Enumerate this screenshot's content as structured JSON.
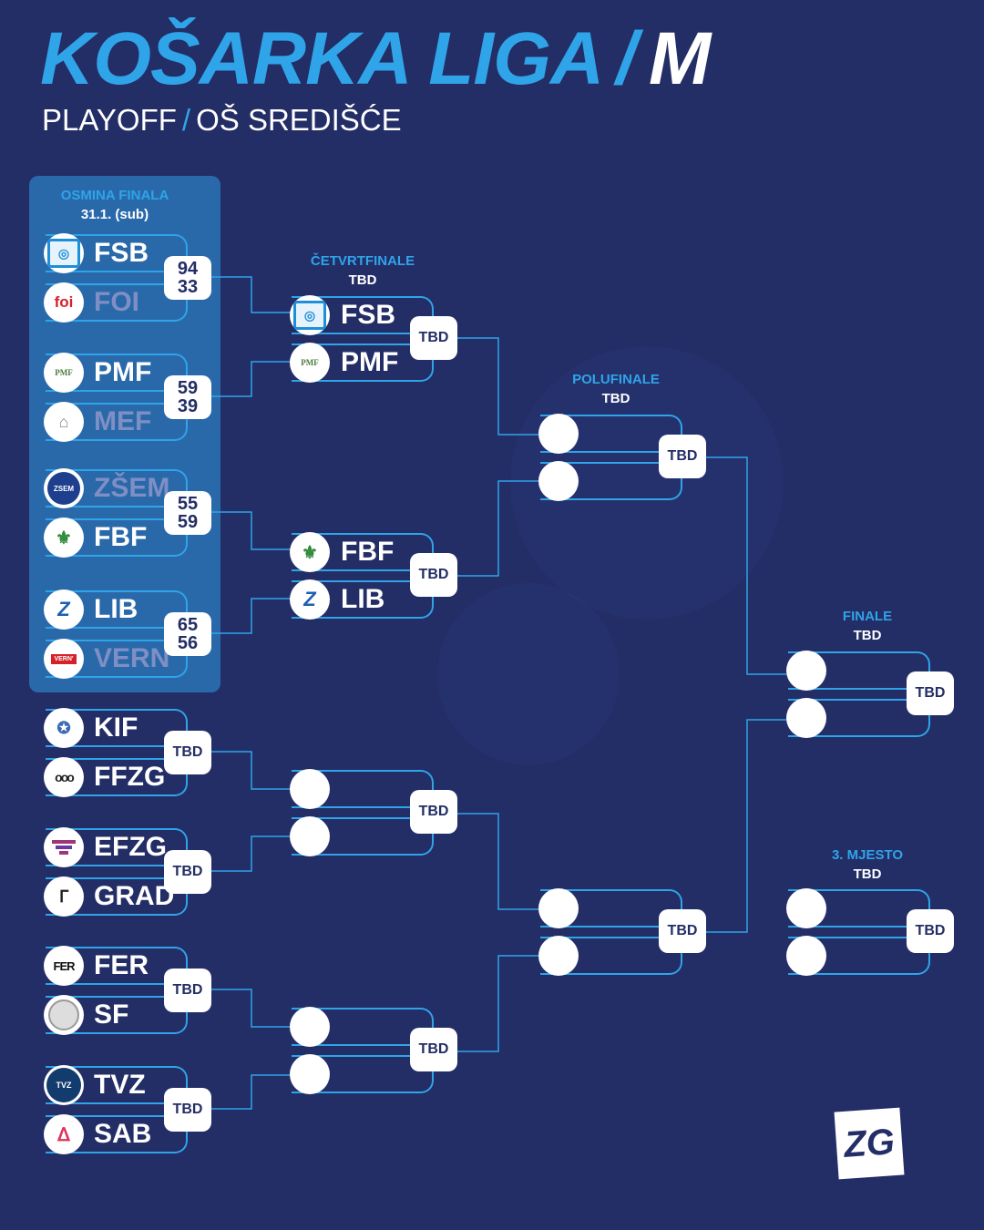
{
  "header": {
    "title": "KOŠARKA LIGA",
    "title_sep": "/",
    "title_suffix": "M",
    "subtitle_a": "PLAYOFF",
    "subtitle_sep": "/",
    "subtitle_b": "OŠ SREDIŠĆE"
  },
  "rounds": {
    "r16": {
      "name": "OSMINA FINALA",
      "date": "31.1. (sub)"
    },
    "qf": {
      "name": "ČETVRTFINALE",
      "date": "TBD"
    },
    "sf": {
      "name": "POLUFINALE",
      "date": "TBD"
    },
    "final": {
      "name": "FINALE",
      "date": "TBD"
    },
    "third": {
      "name": "3. MJESTO",
      "date": "TBD"
    }
  },
  "r16": [
    {
      "top": {
        "name": "FSB",
        "logo": "fsb-logo",
        "lost": false
      },
      "bottom": {
        "name": "FOI",
        "logo": "foi-logo",
        "lost": true
      },
      "score_top": "94",
      "score_bottom": "33"
    },
    {
      "top": {
        "name": "PMF",
        "logo": "pmf-logo",
        "lost": false
      },
      "bottom": {
        "name": "MEF",
        "logo": "mef-logo",
        "lost": true
      },
      "score_top": "59",
      "score_bottom": "39"
    },
    {
      "top": {
        "name": "ZŠEM",
        "logo": "zsem-logo",
        "lost": true
      },
      "bottom": {
        "name": "FBF",
        "logo": "fbf-logo",
        "lost": false
      },
      "score_top": "55",
      "score_bottom": "59"
    },
    {
      "top": {
        "name": "LIB",
        "logo": "lib-logo",
        "lost": false
      },
      "bottom": {
        "name": "VERN",
        "logo": "vern-logo",
        "lost": true
      },
      "score_top": "65",
      "score_bottom": "56"
    },
    {
      "top": {
        "name": "KIF",
        "logo": "kif-logo",
        "lost": false
      },
      "bottom": {
        "name": "FFZG",
        "logo": "ffzg-logo",
        "lost": false
      },
      "score": "TBD"
    },
    {
      "top": {
        "name": "EFZG",
        "logo": "efzg-logo",
        "lost": false
      },
      "bottom": {
        "name": "GRAD",
        "logo": "grad-logo",
        "lost": false
      },
      "score": "TBD"
    },
    {
      "top": {
        "name": "FER",
        "logo": "fer-logo",
        "lost": false
      },
      "bottom": {
        "name": "SF",
        "logo": "sf-logo",
        "lost": false
      },
      "score": "TBD"
    },
    {
      "top": {
        "name": "TVZ",
        "logo": "tvz-logo",
        "lost": false
      },
      "bottom": {
        "name": "SAB",
        "logo": "sab-logo",
        "lost": false
      },
      "score": "TBD"
    }
  ],
  "qf": [
    {
      "top": {
        "name": "FSB"
      },
      "bottom": {
        "name": "PMF"
      },
      "score": "TBD"
    },
    {
      "top": {
        "name": "FBF"
      },
      "bottom": {
        "name": "LIB"
      },
      "score": "TBD"
    },
    {
      "top": {
        "name": ""
      },
      "bottom": {
        "name": ""
      },
      "score": "TBD"
    },
    {
      "top": {
        "name": ""
      },
      "bottom": {
        "name": ""
      },
      "score": "TBD"
    }
  ],
  "sf": [
    {
      "score": "TBD"
    },
    {
      "score": "TBD"
    }
  ],
  "final": {
    "score": "TBD"
  },
  "third": {
    "score": "TBD"
  },
  "brand": {
    "logo_text": "ZG"
  },
  "colors": {
    "background": "#232d66",
    "accent": "#2fa4e8",
    "panel": "#2a6fb0",
    "lost_text": "#7f8fc4"
  }
}
